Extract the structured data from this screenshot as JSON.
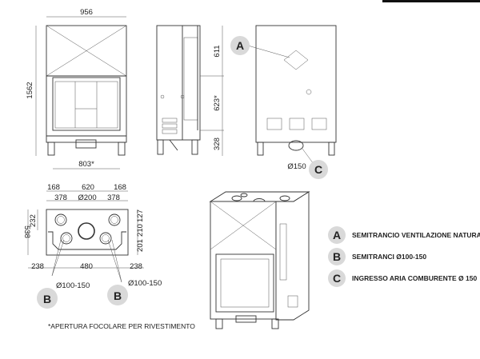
{
  "front_view": {
    "width": "956",
    "height": "1562",
    "opening": "803*"
  },
  "side_view": {
    "dim_top": "611",
    "dim_mid": "623*",
    "dim_bottom": "328"
  },
  "back_view": {
    "callout_a": "A",
    "callout_c": "C",
    "outlet": "Ø150"
  },
  "plan_view": {
    "dim_168_left": "168",
    "dim_620": "620",
    "dim_168_right": "168",
    "dim_378_left": "378",
    "dim_200": "Ø200",
    "dim_378_right": "378",
    "dim_538": "538",
    "dim_232": "232",
    "dim_127": "127",
    "dim_210": "210",
    "dim_201": "201",
    "dim_238_left": "238",
    "dim_480": "480",
    "dim_238_right": "238",
    "duct_left": "Ø100-150",
    "duct_right": "Ø100-150",
    "callout_b_left": "B",
    "callout_b_right": "B"
  },
  "footnote": "*APERTURA FOCOLARE PER RIVESTIMENTO",
  "legend": [
    {
      "key": "A",
      "text": "SEMITRANCIO VENTILAZIONE NATURALE"
    },
    {
      "key": "B",
      "text": "SEMITRANCI Ø100-150"
    },
    {
      "key": "C",
      "text": "INGRESSO ARIA COMBURENTE Ø 150"
    }
  ]
}
